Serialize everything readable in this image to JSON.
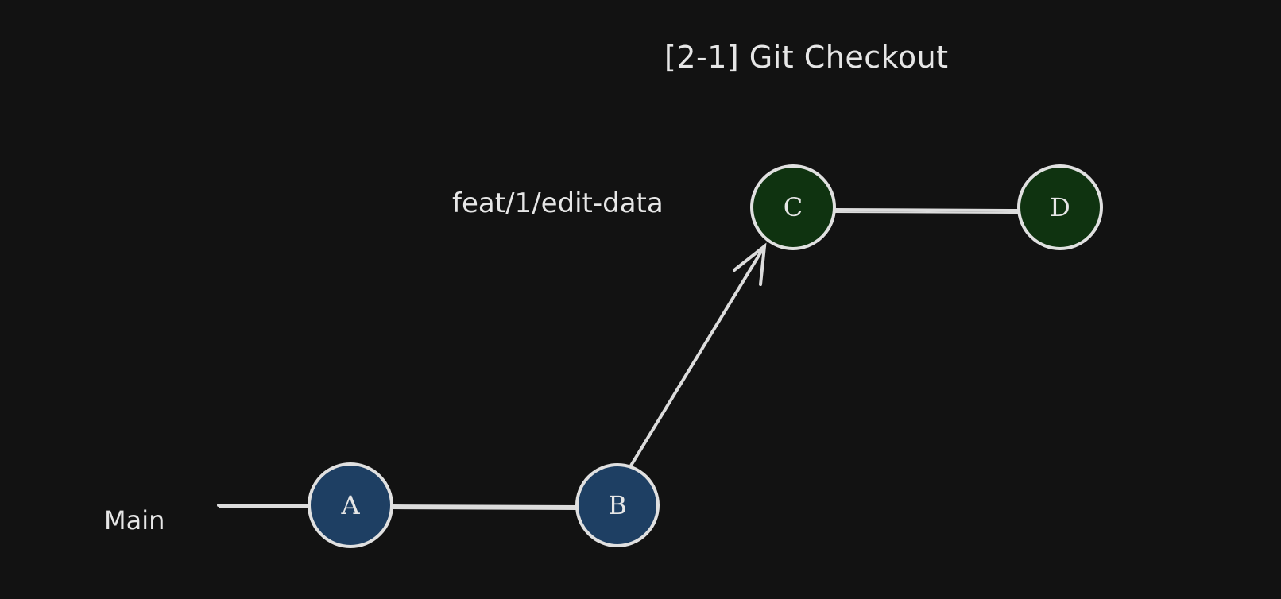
{
  "title": "[2-1] Git Checkout",
  "branches": {
    "main": "Main",
    "feature": "feat/1/edit-data"
  },
  "commits": [
    {
      "id": "A",
      "branch": "main",
      "color": "#1e3f63"
    },
    {
      "id": "B",
      "branch": "main",
      "color": "#1e3f63"
    },
    {
      "id": "C",
      "branch": "feature",
      "color": "#0f3310"
    },
    {
      "id": "D",
      "branch": "feature",
      "color": "#0f3310"
    }
  ],
  "colors": {
    "background": "#121212",
    "main_commit": "#1e3f63",
    "feature_commit": "#0f3310",
    "stroke": "#dcdcdc",
    "text": "#e6e6e6"
  }
}
